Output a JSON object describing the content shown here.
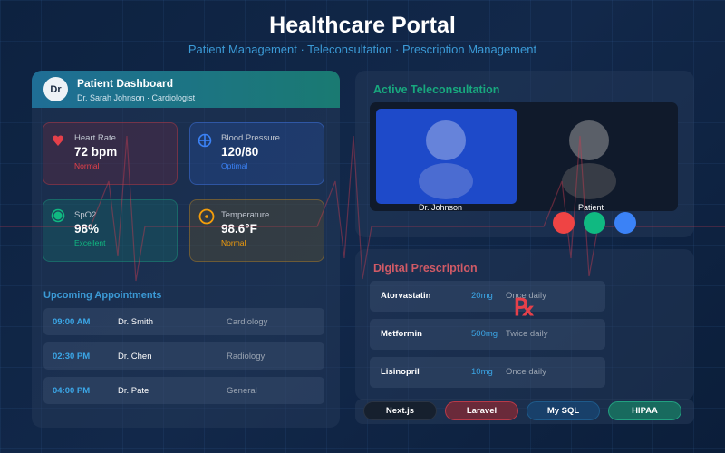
{
  "header": {
    "title": "Healthcare Portal",
    "subtitle": "Patient Management · Teleconsultation · Prescription Management"
  },
  "patient_dashboard": {
    "avatar_initials": "Dr",
    "title": "Patient Dashboard",
    "doctor": "Dr. Sarah Johnson · Cardiologist",
    "vitals": [
      {
        "label": "Heart Rate",
        "value": "72 bpm",
        "status": "Normal",
        "icon": "heart-icon",
        "color": "#e5404a"
      },
      {
        "label": "Blood Pressure",
        "value": "120/80",
        "status": "Optimal",
        "icon": "gauge-icon",
        "color": "#3b82f6"
      },
      {
        "label": "SpO2",
        "value": "98%",
        "status": "Excellent",
        "icon": "oxygen-icon",
        "color": "#10b981"
      },
      {
        "label": "Temperature",
        "value": "98.6°F",
        "status": "Normal",
        "icon": "thermometer-icon",
        "color": "#f59e0b"
      }
    ]
  },
  "appointments": {
    "title": "Upcoming Appointments",
    "items": [
      {
        "time": "09:00 AM",
        "doctor": "Dr. Smith",
        "department": "Cardiology"
      },
      {
        "time": "02:30 PM",
        "doctor": "Dr. Chen",
        "department": "Radiology"
      },
      {
        "time": "04:00 PM",
        "doctor": "Dr. Patel",
        "department": "General"
      }
    ]
  },
  "teleconsultation": {
    "title": "Active Teleconsultation",
    "doctor_label": "Dr. Johnson",
    "patient_label": "Patient",
    "controls": [
      {
        "name": "end-call",
        "color": "#ef4444"
      },
      {
        "name": "microphone",
        "color": "#10b981"
      },
      {
        "name": "video",
        "color": "#3b82f6"
      }
    ]
  },
  "prescription": {
    "title": "Digital Prescription",
    "symbol": "℞",
    "items": [
      {
        "name": "Atorvastatin",
        "dose": "20mg",
        "frequency": "Once daily"
      },
      {
        "name": "Metformin",
        "dose": "500mg",
        "frequency": "Twice daily"
      },
      {
        "name": "Lisinopril",
        "dose": "10mg",
        "frequency": "Once daily"
      }
    ]
  },
  "tech_tags": [
    {
      "label": "Next.js",
      "bg": "#16202e",
      "border": "#2a3444"
    },
    {
      "label": "Laravel",
      "bg": "#6a2a3a",
      "border": "#b83a48"
    },
    {
      "label": "My SQL",
      "bg": "#18406a",
      "border": "#1e5a8a"
    },
    {
      "label": "HIPAA",
      "bg": "#186a5e",
      "border": "#22a080"
    }
  ]
}
